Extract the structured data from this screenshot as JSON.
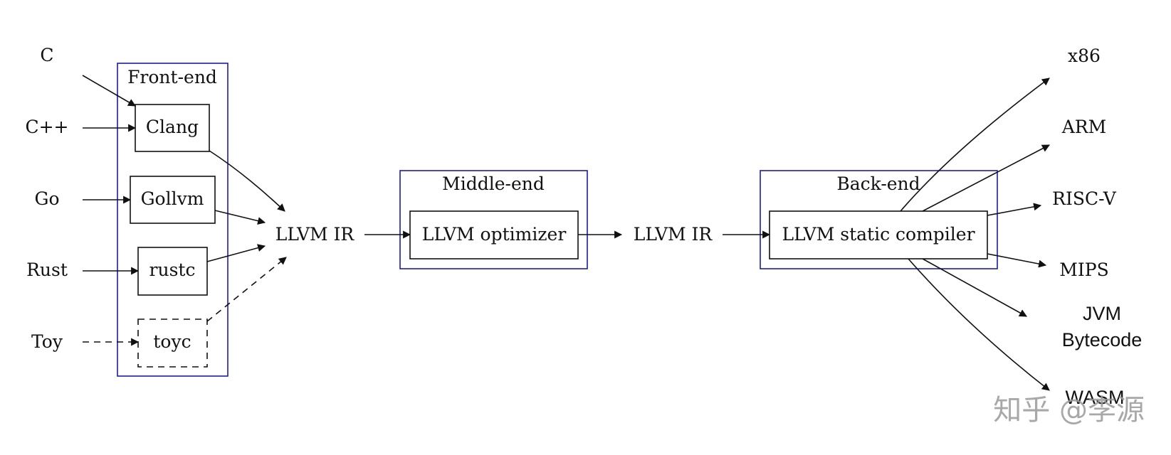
{
  "sources": {
    "c": "C",
    "cpp": "C++",
    "go": "Go",
    "rust": "Rust",
    "toy": "Toy"
  },
  "frontend": {
    "title": "Front-end",
    "clang": "Clang",
    "gollvm": "Gollvm",
    "rustc": "rustc",
    "toyc": "toyc"
  },
  "ir_1": "LLVM IR",
  "middleend": {
    "title": "Middle-end",
    "optimizer": "LLVM optimizer"
  },
  "ir_2": "LLVM IR",
  "backend": {
    "title": "Back-end",
    "compiler": "LLVM static compiler"
  },
  "targets": {
    "x86": "x86",
    "arm": "ARM",
    "riscv": "RISC-V",
    "mips": "MIPS",
    "jvm_line1": "JVM",
    "jvm_line2": "Bytecode",
    "wasm": "WASM"
  },
  "watermark": "知乎 @李源",
  "colors": {
    "cluster_border": "#1c1ca8",
    "node_border": "#111111"
  }
}
